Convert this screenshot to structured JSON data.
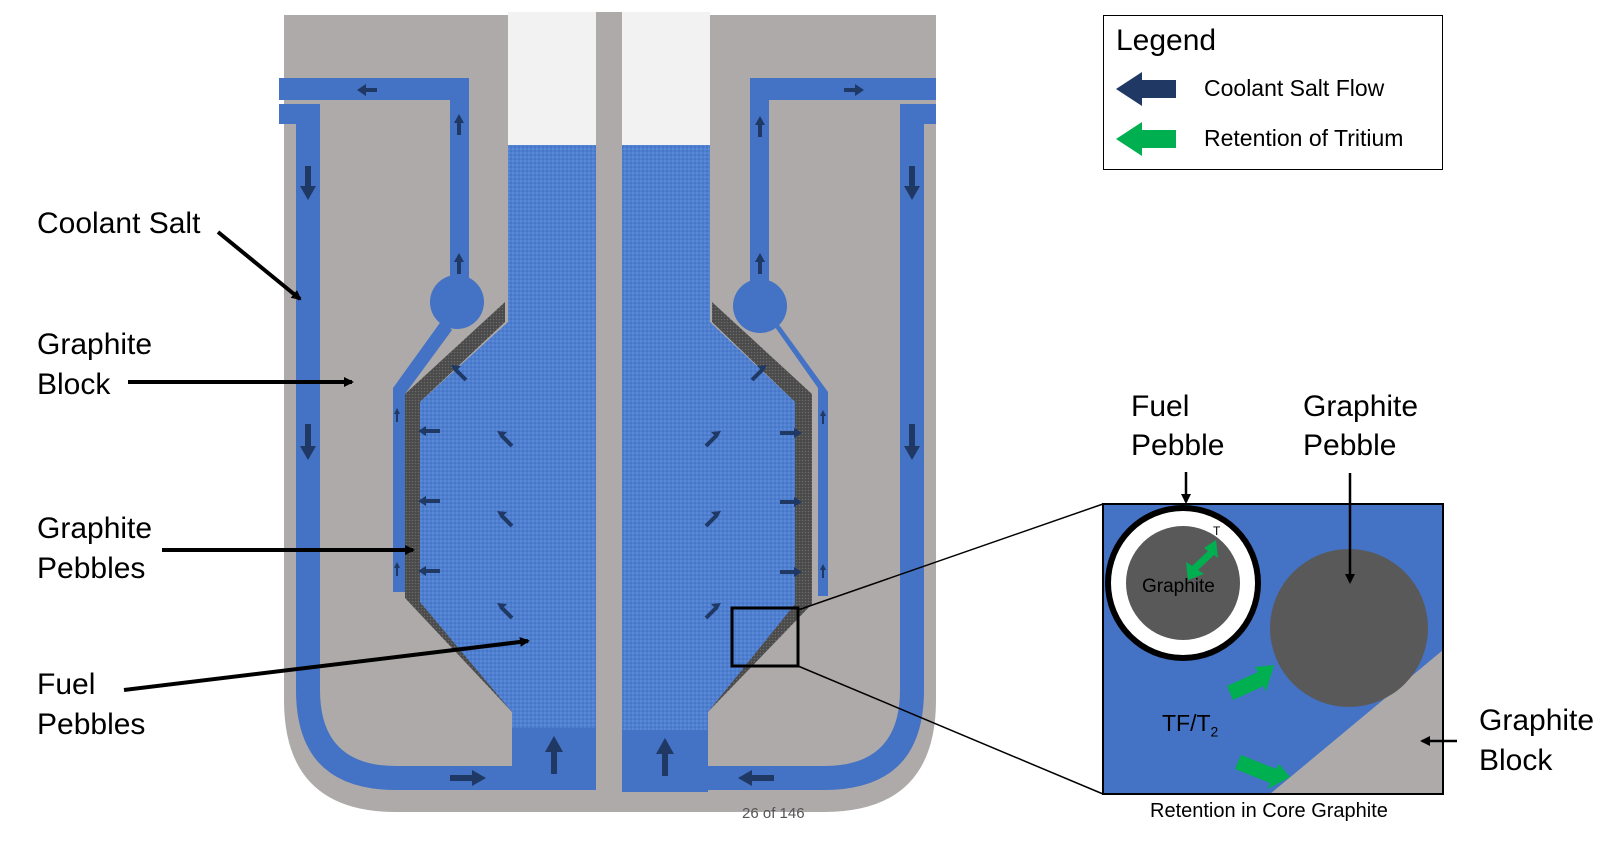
{
  "labels": {
    "coolant_salt": "Coolant Salt",
    "graphite_block_l1": "Graphite",
    "graphite_block_l2": "Block",
    "graphite_pebbles_l1": "Graphite",
    "graphite_pebbles_l2": "Pebbles",
    "fuel_pebbles_l1": "Fuel",
    "fuel_pebbles_l2": "Pebbles"
  },
  "legend": {
    "title": "Legend",
    "items": [
      {
        "label": "Coolant Salt Flow",
        "color": "#1f3864"
      },
      {
        "label": "Retention of Tritium",
        "color": "#00b050"
      }
    ]
  },
  "inset": {
    "fuel_pebble_l1": "Fuel",
    "fuel_pebble_l2": "Pebble",
    "graphite_pebble_l1": "Graphite",
    "graphite_pebble_l2": "Pebble",
    "graphite_core_label": "Graphite",
    "t_label": "T",
    "tf_label": "TF/T",
    "tf_sub": "2",
    "graphite_block_l1": "Graphite",
    "graphite_block_l2": "Block",
    "caption": "Retention in Core Graphite"
  },
  "page_number": "26 of 146",
  "colors": {
    "coolant": "#4472c4",
    "graphite": "#aeaaaa",
    "dark_graphite": "#595959",
    "arrow_dark": "#1f3864",
    "tritium": "#00b050",
    "empty": "#f2f2f2"
  }
}
